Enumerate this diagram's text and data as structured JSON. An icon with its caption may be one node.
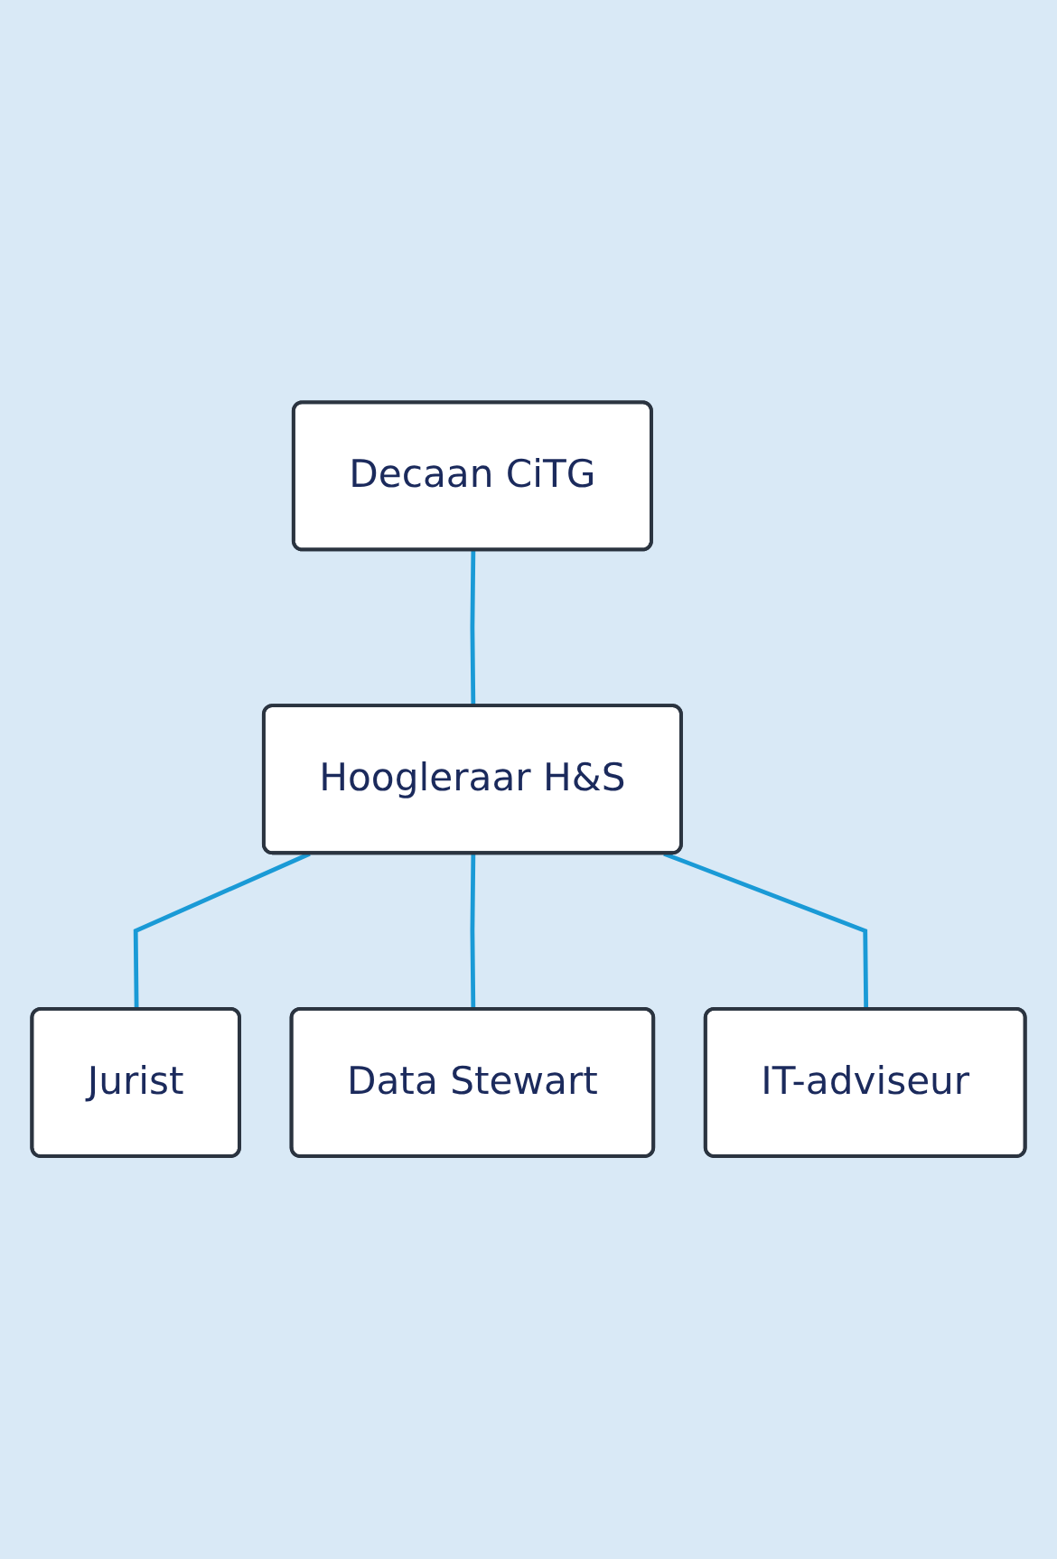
{
  "diagram": {
    "nodes": [
      {
        "text": [
          "Decaan CiTG"
        ]
      },
      {
        "text": [
          "Hoogleraar H&S"
        ]
      },
      {
        "text": [
          "Jurist"
        ]
      },
      {
        "text": [
          "Data Stewart"
        ]
      },
      {
        "text": [
          "IT-adviseur"
        ]
      }
    ],
    "edges": [
      {
        "from": 0,
        "to": 1,
        "arrow": "none"
      },
      {
        "from": 1,
        "to": 2,
        "arrow": "none"
      },
      {
        "from": 1,
        "to": 3,
        "arrow": "none"
      },
      {
        "from": 1,
        "to": 4,
        "arrow": "none"
      }
    ]
  }
}
